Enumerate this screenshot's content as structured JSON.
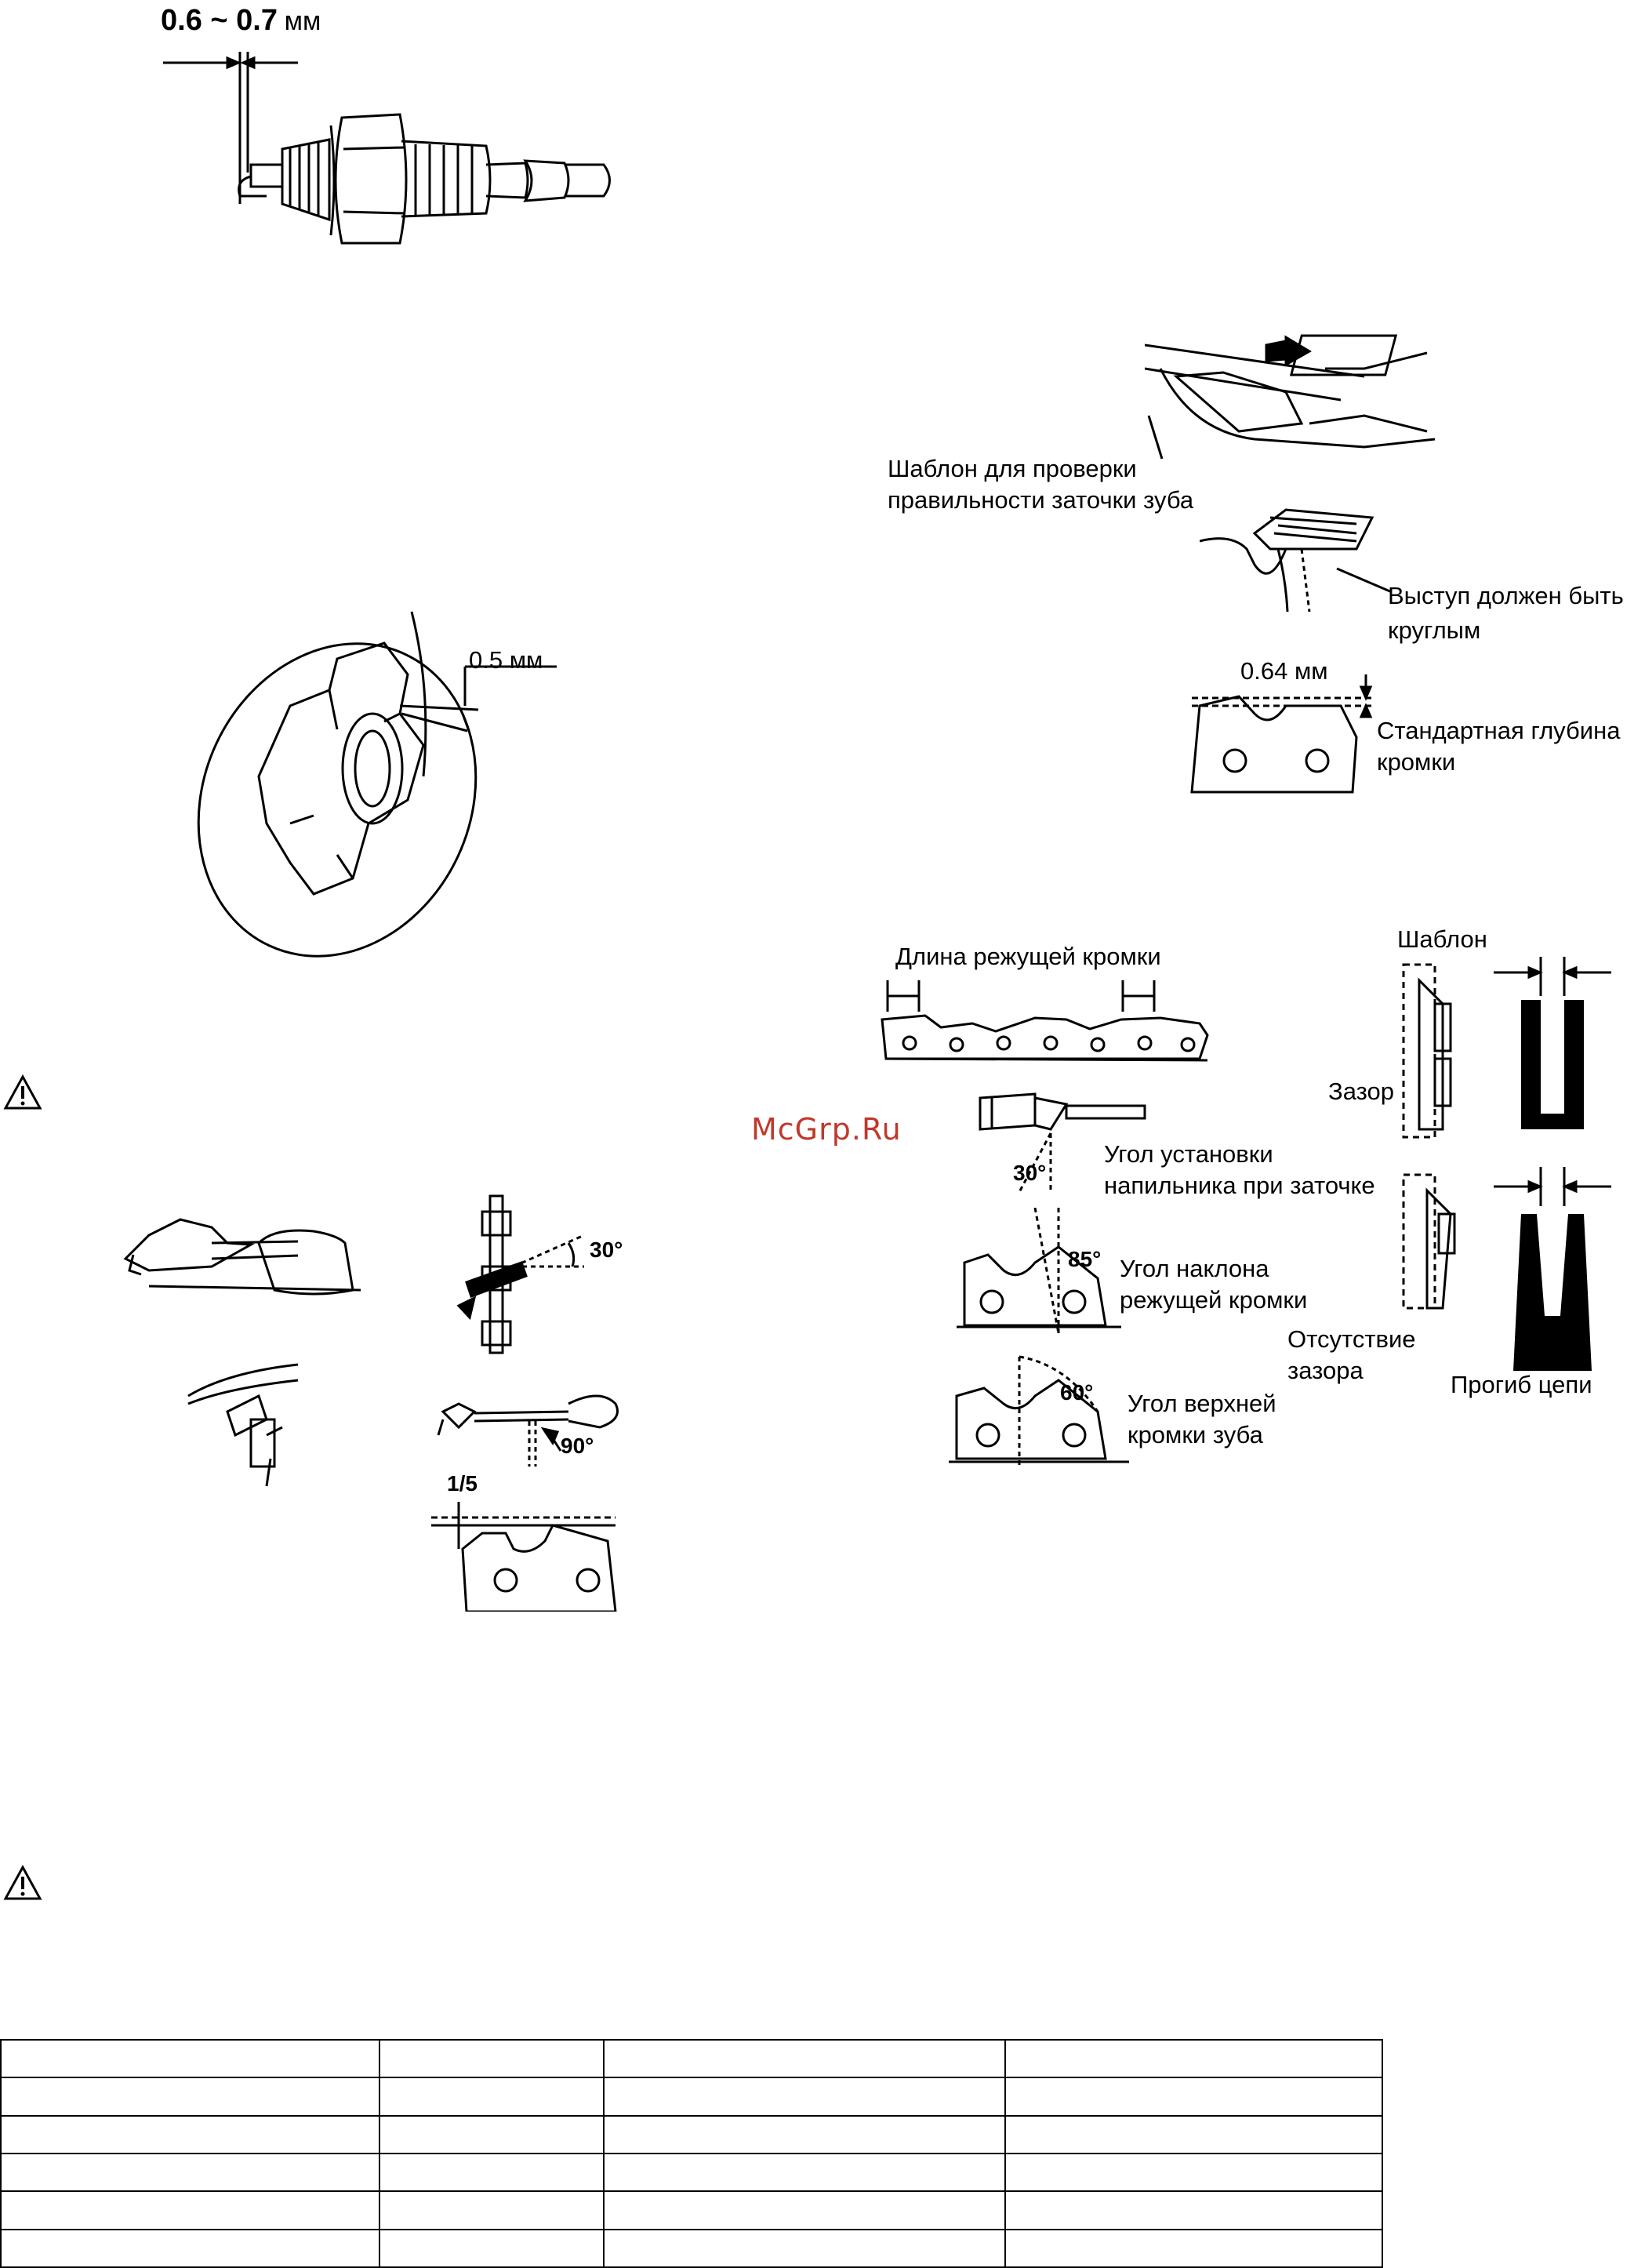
{
  "spark_plug": {
    "gap_value": "0.6 ~ 0.7",
    "gap_unit": "мм"
  },
  "sprocket": {
    "wear_label": "0.5 мм"
  },
  "depth_gauge": {
    "template_label_1": "Шаблон для проверки",
    "template_label_2": "правильности заточки зуба",
    "round_label_1": "Выступ должен быть",
    "round_label_2": "круглым",
    "depth_value": "0.64 мм",
    "depth_label_1": "Стандартная глубина",
    "depth_label_2": "кромки"
  },
  "sharpening": {
    "angle_30": "30°",
    "angle_90": "90°",
    "fraction": "1/5"
  },
  "cutter": {
    "length_label": "Длина режущей кромки",
    "file_angle": "30°",
    "file_label_1": "Угол установки",
    "file_label_2": "напильника при заточке",
    "angle_85": "85°",
    "tilt_label_1": "Угол наклона",
    "tilt_label_2": "режущей кромки",
    "angle_60": "60°",
    "top_label_1": "Угол верхней",
    "top_label_2": "кромки зуба"
  },
  "bar_check": {
    "template_label": "Шаблон",
    "gap_label": "Зазор",
    "nogap_label_1": "Отсутствие",
    "nogap_label_2": "зазора",
    "bend_label": "Прогиб цепи"
  },
  "watermark": "McGrp.Ru",
  "spec_table": {
    "rows": [
      [
        "",
        "",
        "",
        ""
      ],
      [
        "",
        "",
        "",
        ""
      ],
      [
        "",
        "",
        "",
        ""
      ],
      [
        "",
        "",
        "",
        ""
      ],
      [
        "",
        "",
        "",
        ""
      ],
      [
        "",
        "",
        "",
        ""
      ]
    ]
  }
}
